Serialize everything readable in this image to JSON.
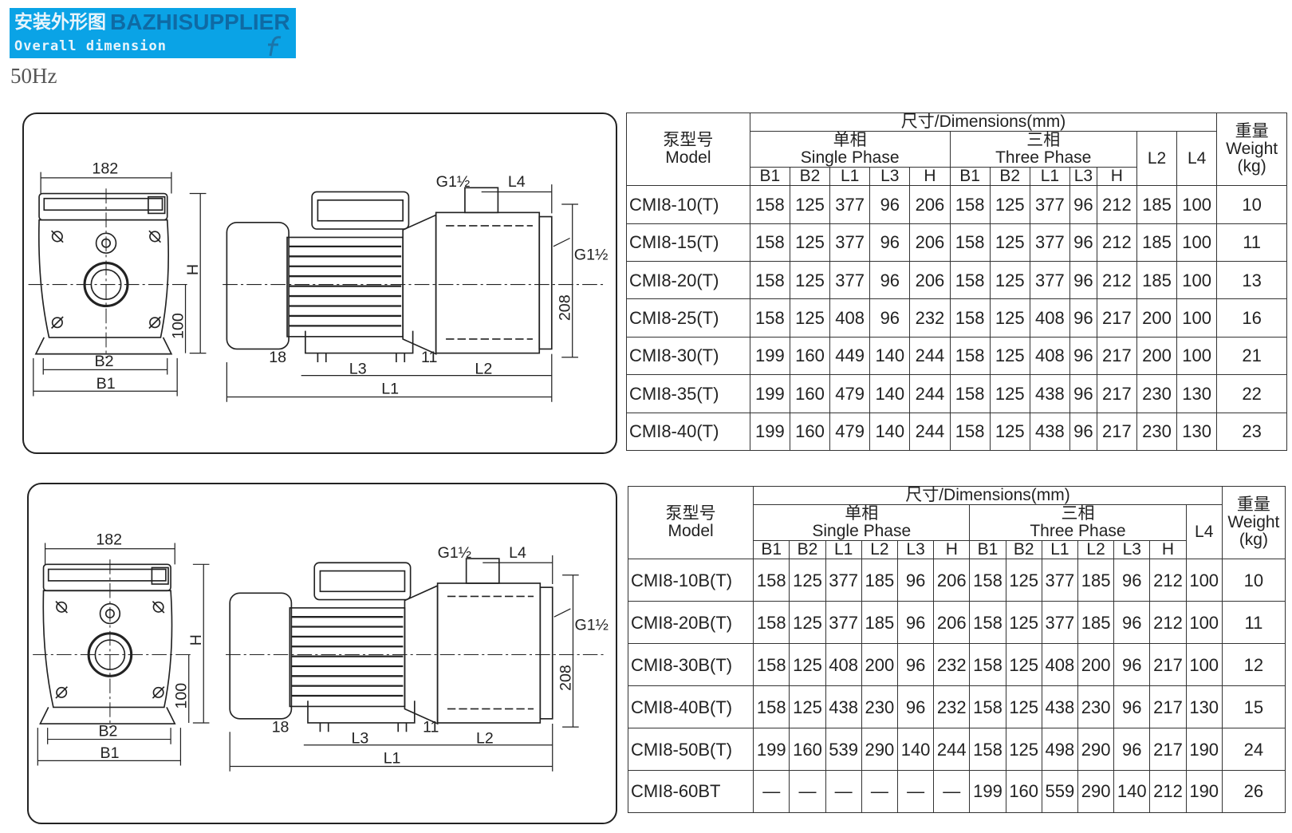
{
  "banner": {
    "title_cn": "安装外形图",
    "title_en": "Overall dimension",
    "watermark": "BAZHISUPPLIER",
    "logo_letter": "f"
  },
  "frequency": "50Hz",
  "drawing": {
    "width_182": "182",
    "H": "H",
    "h100": "100",
    "B2": "B2",
    "B1": "B1",
    "G_top": "G1½",
    "L4": "L4",
    "G_side": "G1½",
    "h208": "208",
    "d18": "18",
    "L3": "L3",
    "d11": "11",
    "L2": "L2",
    "L1": "L1"
  },
  "table1": {
    "model_cn": "泵型号",
    "model_en": "Model",
    "dimensions": "尺寸/Dimensions(mm)",
    "single_cn": "单相",
    "single_en": "Single Phase",
    "three_cn": "三相",
    "three_en": "Three Phase",
    "weight_cn": "重量",
    "weight_en": "Weight",
    "weight_unit": "(kg)",
    "L2": "L2",
    "L4": "L4",
    "sub_single": [
      "B1",
      "B2",
      "L1",
      "L3",
      "H"
    ],
    "sub_three": [
      "B1",
      "B2",
      "L1",
      "L3",
      "H"
    ],
    "rows": [
      [
        "CMI8-10(T)",
        "158",
        "125",
        "377",
        "96",
        "206",
        "158",
        "125",
        "377",
        "96",
        "212",
        "185",
        "100",
        "10"
      ],
      [
        "CMI8-15(T)",
        "158",
        "125",
        "377",
        "96",
        "206",
        "158",
        "125",
        "377",
        "96",
        "212",
        "185",
        "100",
        "11"
      ],
      [
        "CMI8-20(T)",
        "158",
        "125",
        "377",
        "96",
        "206",
        "158",
        "125",
        "377",
        "96",
        "212",
        "185",
        "100",
        "13"
      ],
      [
        "CMI8-25(T)",
        "158",
        "125",
        "408",
        "96",
        "232",
        "158",
        "125",
        "408",
        "96",
        "217",
        "200",
        "100",
        "16"
      ],
      [
        "CMI8-30(T)",
        "199",
        "160",
        "449",
        "140",
        "244",
        "158",
        "125",
        "408",
        "96",
        "217",
        "200",
        "100",
        "21"
      ],
      [
        "CMI8-35(T)",
        "199",
        "160",
        "479",
        "140",
        "244",
        "158",
        "125",
        "438",
        "96",
        "217",
        "230",
        "130",
        "22"
      ],
      [
        "CMI8-40(T)",
        "199",
        "160",
        "479",
        "140",
        "244",
        "158",
        "125",
        "438",
        "96",
        "217",
        "230",
        "130",
        "23"
      ]
    ]
  },
  "table2": {
    "model_cn": "泵型号",
    "model_en": "Model",
    "dimensions": "尺寸/Dimensions(mm)",
    "single_cn": "单相",
    "single_en": "Single Phase",
    "three_cn": "三相",
    "three_en": "Three Phase",
    "weight_cn": "重量",
    "weight_en": "Weight",
    "weight_unit": "(kg)",
    "L4": "L4",
    "sub_single": [
      "B1",
      "B2",
      "L1",
      "L2",
      "L3",
      "H"
    ],
    "sub_three": [
      "B1",
      "B2",
      "L1",
      "L2",
      "L3",
      "H"
    ],
    "rows": [
      [
        "CMI8-10B(T)",
        "158",
        "125",
        "377",
        "185",
        "96",
        "206",
        "158",
        "125",
        "377",
        "185",
        "96",
        "212",
        "100",
        "10"
      ],
      [
        "CMI8-20B(T)",
        "158",
        "125",
        "377",
        "185",
        "96",
        "206",
        "158",
        "125",
        "377",
        "185",
        "96",
        "212",
        "100",
        "11"
      ],
      [
        "CMI8-30B(T)",
        "158",
        "125",
        "408",
        "200",
        "96",
        "232",
        "158",
        "125",
        "408",
        "200",
        "96",
        "217",
        "100",
        "12"
      ],
      [
        "CMI8-40B(T)",
        "158",
        "125",
        "438",
        "230",
        "96",
        "232",
        "158",
        "125",
        "438",
        "230",
        "96",
        "217",
        "130",
        "15"
      ],
      [
        "CMI8-50B(T)",
        "199",
        "160",
        "539",
        "290",
        "140",
        "244",
        "158",
        "125",
        "498",
        "290",
        "96",
        "217",
        "190",
        "24"
      ],
      [
        "CMI8-60BT",
        "—",
        "—",
        "—",
        "—",
        "—",
        "—",
        "199",
        "160",
        "559",
        "290",
        "140",
        "212",
        "190",
        "26"
      ]
    ]
  }
}
